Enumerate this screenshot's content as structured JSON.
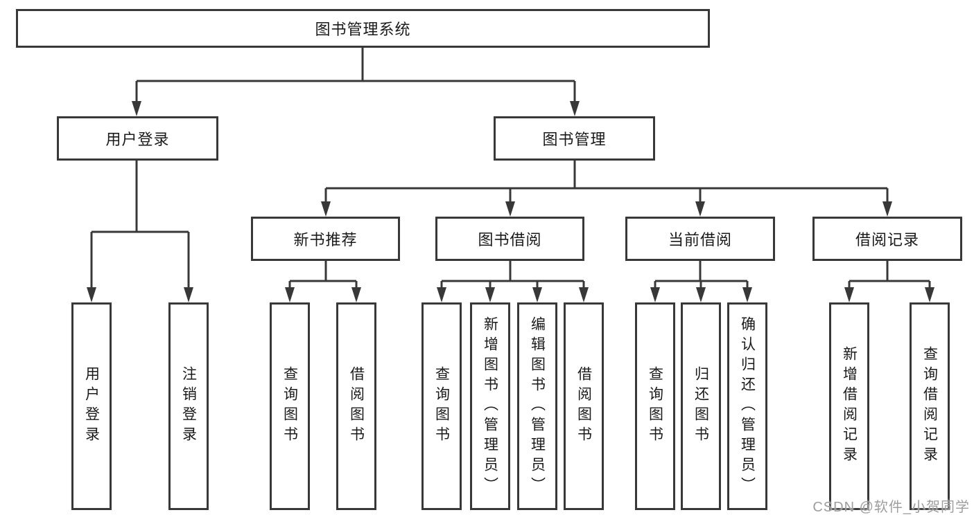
{
  "nodes": {
    "root": "图书管理系统",
    "level2": [
      "用户登录",
      "图书管理"
    ],
    "level3": [
      "新书推荐",
      "图书借阅",
      "当前借阅",
      "借阅记录"
    ],
    "leaves": [
      "用户登录",
      "注销登录",
      "查询图书",
      "借阅图书",
      "查询图书",
      "新增图书（管理员）",
      "编辑图书（管理员）",
      "借阅图书",
      "查询图书",
      "归还图书",
      "确认归还（管理员）",
      "新增借阅记录",
      "查询借阅记录"
    ]
  },
  "tree": {
    "label": "图书管理系统",
    "children": [
      {
        "label": "用户登录",
        "children": [
          {
            "label": "用户登录"
          },
          {
            "label": "注销登录"
          }
        ]
      },
      {
        "label": "图书管理",
        "children": [
          {
            "label": "新书推荐",
            "children": [
              {
                "label": "查询图书"
              },
              {
                "label": "借阅图书"
              }
            ]
          },
          {
            "label": "图书借阅",
            "children": [
              {
                "label": "查询图书"
              },
              {
                "label": "新增图书（管理员）"
              },
              {
                "label": "编辑图书（管理员）"
              },
              {
                "label": "借阅图书"
              }
            ]
          },
          {
            "label": "当前借阅",
            "children": [
              {
                "label": "查询图书"
              },
              {
                "label": "归还图书"
              },
              {
                "label": "确认归还（管理员）"
              }
            ]
          },
          {
            "label": "借阅记录",
            "children": [
              {
                "label": "新增借阅记录"
              },
              {
                "label": "查询借阅记录"
              }
            ]
          }
        ]
      }
    ]
  },
  "watermark": "CSDN @软件_小贺同学",
  "colors": {
    "line": "#383838",
    "text": "#1a1a1a",
    "watermark": "#9e9e9e",
    "background": "#ffffff"
  }
}
